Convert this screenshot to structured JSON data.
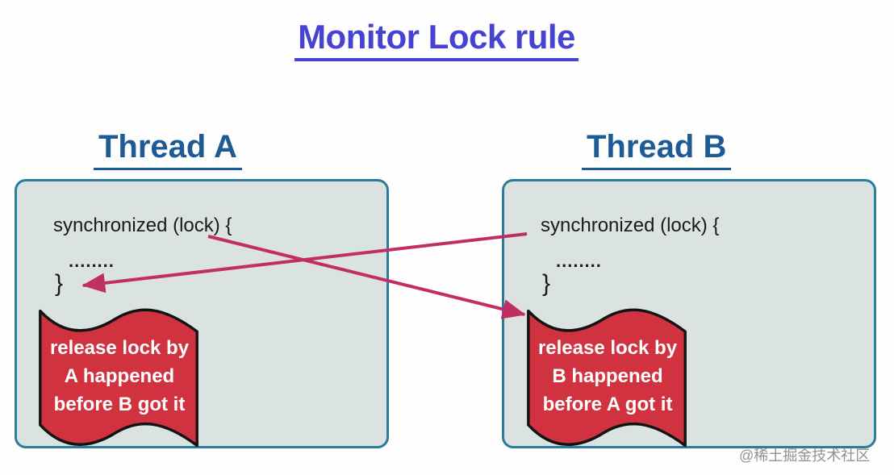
{
  "title": {
    "text": "Monitor Lock rule"
  },
  "colors": {
    "title_blue": "#4743d2",
    "thread_blue": "#1e5b94",
    "box_border_teal": "#2b7c9c",
    "box_fill": "#dbe3e1",
    "flag_red": "#d0333f",
    "flag_outline": "#131313",
    "arrow_pink": "#c12e62",
    "code_text": "#1a1a1a"
  },
  "threads": [
    {
      "name": "Thread A",
      "code": {
        "open": "synchronized (lock) {",
        "dots": "........",
        "close": "}"
      },
      "flag": {
        "line1": "release lock by",
        "line2": "A happened",
        "line3": "before B got it"
      }
    },
    {
      "name": "Thread B",
      "code": {
        "open": "synchronized (lock) {",
        "dots": "........",
        "close": "}"
      },
      "flag": {
        "line1": "release lock by",
        "line2": "B happened",
        "line3": "before A got it"
      }
    }
  ],
  "watermark": "@稀土掘金技术社区"
}
